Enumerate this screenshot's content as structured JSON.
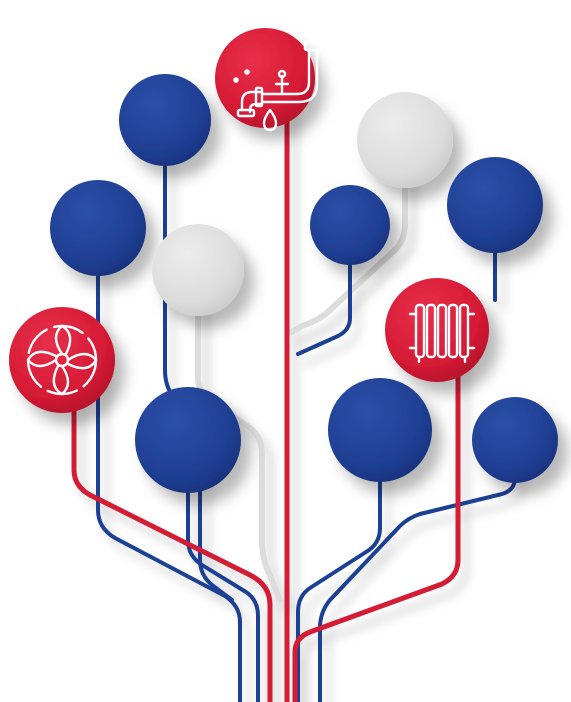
{
  "colors": {
    "red": "#d51a35",
    "blue": "#1f3f93",
    "grey": "#dcdcdc",
    "white": "#ffffff"
  },
  "nodes": [
    {
      "name": "plumbing-node",
      "color": "red",
      "icon": "faucet-pipe-water-drop-icon"
    },
    {
      "name": "heating-node",
      "color": "red",
      "icon": "radiator-icon"
    },
    {
      "name": "ventilation-node",
      "color": "red",
      "icon": "fan-icon"
    },
    {
      "name": "blue-node-upper-left",
      "color": "blue"
    },
    {
      "name": "blue-node-left",
      "color": "blue"
    },
    {
      "name": "blue-node-lower-left",
      "color": "blue"
    },
    {
      "name": "blue-node-center-right",
      "color": "blue"
    },
    {
      "name": "blue-node-upper-right",
      "color": "blue"
    },
    {
      "name": "blue-node-lower-right",
      "color": "blue"
    },
    {
      "name": "blue-node-far-right",
      "color": "blue"
    },
    {
      "name": "grey-node-upper-right",
      "color": "grey"
    },
    {
      "name": "grey-node-center-left",
      "color": "grey"
    }
  ]
}
